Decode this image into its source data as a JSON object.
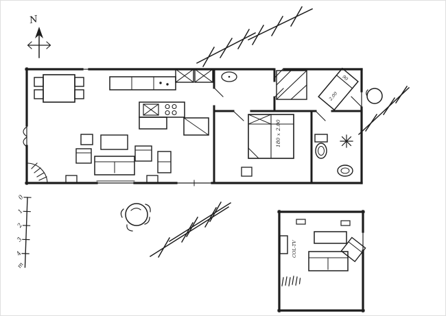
{
  "compass": {
    "label": "N"
  },
  "scale_bar": {
    "ticks": [
      "0",
      "1",
      "2",
      "3",
      "4"
    ],
    "unit": "m"
  },
  "master_bed": {
    "width": "180",
    "times": "x",
    "length": "2.00"
  },
  "guest_bed": {
    "width": "90",
    "length": "2.00"
  },
  "annex": {
    "tv_label": "COL-TV"
  },
  "colors": {
    "ink": "#1d1d1d",
    "paper": "#ffffff"
  }
}
